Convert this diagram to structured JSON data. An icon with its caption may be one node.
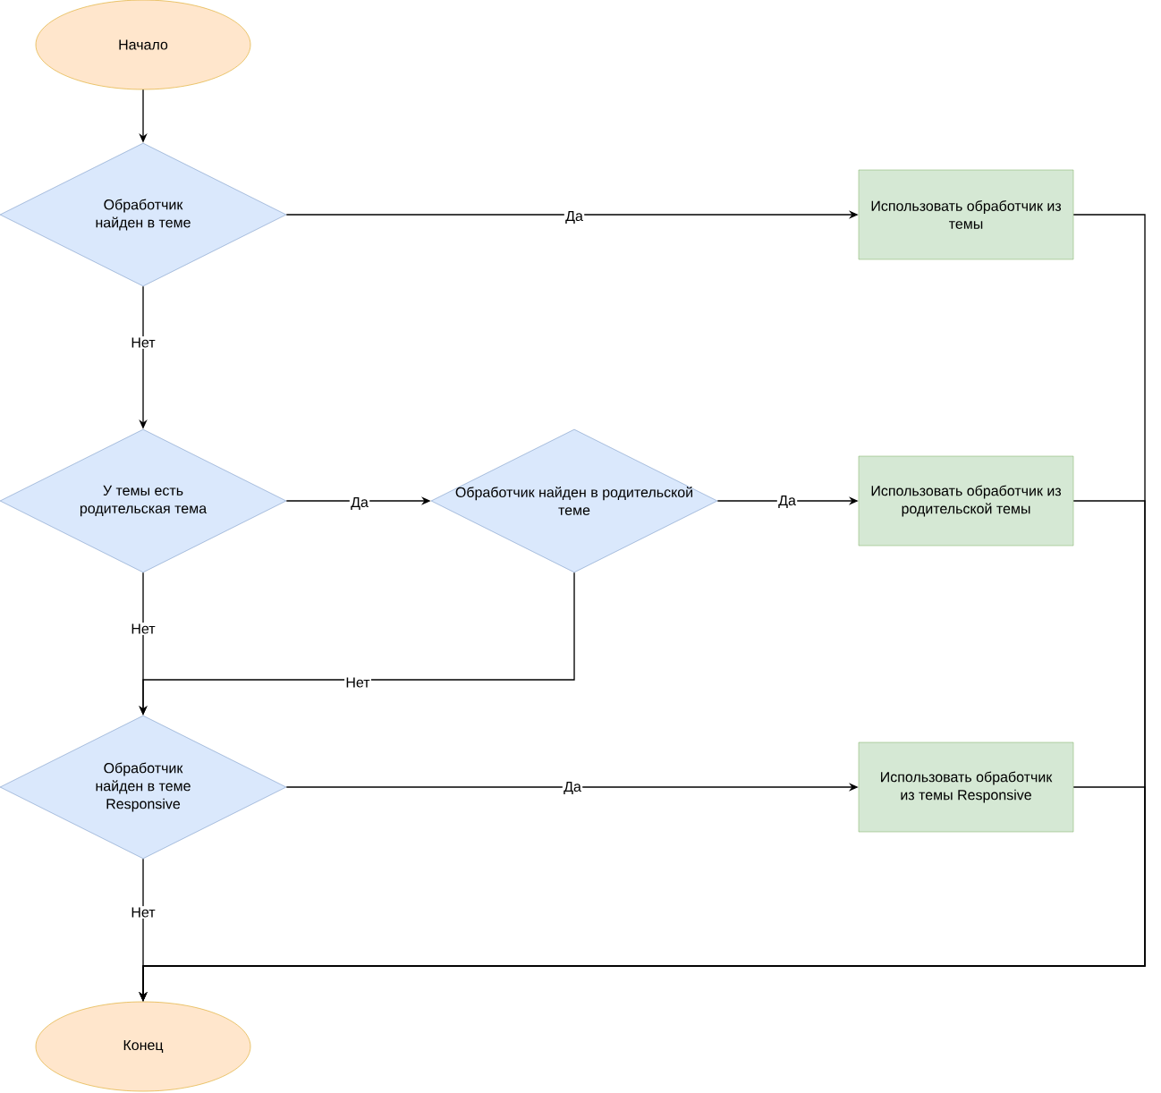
{
  "diagram": {
    "nodes": [
      {
        "text": [
          "Начало"
        ]
      },
      {
        "text": [
          "Обработчик найден в теме"
        ]
      },
      {
        "text": [
          "Использовать обработчик из темы"
        ]
      },
      {
        "text": [
          "У темы есть родительская тема"
        ]
      },
      {
        "text": [
          "Обработчик найден в родительской теме"
        ]
      },
      {
        "text": [
          "Использовать обработчик из родительской темы"
        ]
      },
      {
        "text": [
          "Обработчик найден в теме Responsive"
        ]
      },
      {
        "text": [
          "Использовать обработчик из темы Responsive"
        ]
      },
      {
        "text": [
          "Конец"
        ]
      }
    ],
    "edges": [
      {
        "from": 0,
        "to": 1,
        "arrow": "to"
      },
      {
        "from": 1,
        "to": 2,
        "arrow": "to",
        "label": "Да"
      },
      {
        "from": 1,
        "to": 3,
        "arrow": "to",
        "label": "Нет"
      },
      {
        "from": 3,
        "to": 4,
        "arrow": "to",
        "label": "Да"
      },
      {
        "from": 4,
        "to": 5,
        "arrow": "to",
        "label": "Да"
      },
      {
        "from": 3,
        "to": 6,
        "arrow": "to",
        "label": "Нет"
      },
      {
        "from": 4,
        "to": 6,
        "arrow": "to",
        "label": "Нет"
      },
      {
        "from": 6,
        "to": 7,
        "arrow": "to",
        "label": "Да"
      },
      {
        "from": 6,
        "to": 8,
        "arrow": "to",
        "label": "Нет"
      },
      {
        "from": 2,
        "to": 8,
        "arrow": "to"
      },
      {
        "from": 5,
        "to": 8,
        "arrow": "to"
      },
      {
        "from": 7,
        "to": 8,
        "arrow": "to"
      }
    ]
  }
}
